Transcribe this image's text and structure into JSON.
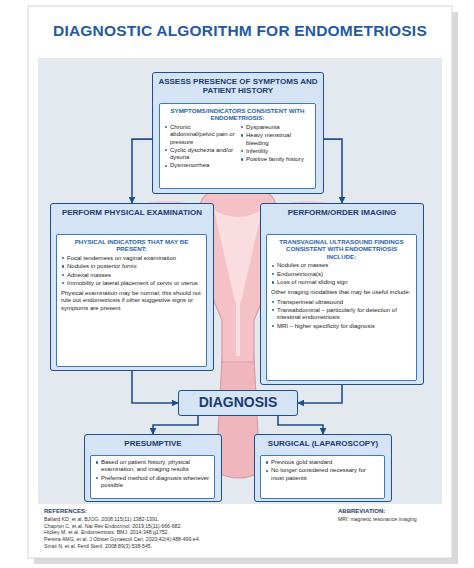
{
  "diagram": {
    "title": "DIAGNOSTIC ALGORITHM FOR ENDOMETRIOSIS",
    "nodes": [
      {
        "text": [
          "ASSESS PRESENCE OF SYMPTOMS AND PATIENT HISTORY"
        ]
      },
      {
        "text": [
          "SYMPTOMS/INDICATORS CONSISTENT WITH ENDOMETRIOSIS:",
          "Chronic abdominal/pelvic pain or pressure",
          "Cyclic dyschezia and/or dysuria",
          "Dysmenorrhea",
          "Dyspareunia",
          "Heavy menstrual bleeding",
          "Infertility",
          "Positive family history"
        ],
        "in": 0
      },
      {
        "text": [
          "PERFORM PHYSICAL EXAMINATION"
        ]
      },
      {
        "text": [
          "PHYSICAL INDICATORS THAT MAY BE PRESENT:",
          "Focal tenderness on vaginal examination",
          "Nodules in posterior fornix",
          "Adnexal masses",
          "Immobility or lateral placement of cervix or uterus",
          "Physical examination may be normal; this should not rule out endometriosis if other suggestive signs or symptoms are present"
        ],
        "in": 2
      },
      {
        "text": [
          "PERFORM/ORDER IMAGING"
        ]
      },
      {
        "text": [
          "TRANSVAGINAL ULTRASOUND FINDINGS CONSISTENT WITH ENDOMETRIOSIS INCLUDE:",
          "Nodules or masses",
          "Endometrioma(s)",
          "Loss of normal sliding sign",
          "Other imaging modalities that may be useful include:",
          "Transperineal ultrasound",
          "Transabdominal – particularly for detection of intestinal endometriosis",
          "MRI – higher specificity for diagnosis"
        ],
        "in": 4
      },
      {
        "text": [
          "DIAGNOSIS"
        ]
      },
      {
        "text": [
          "PRESUMPTIVE"
        ]
      },
      {
        "text": [
          "Based on patient history, physical examination, and imaging results",
          "Preferred method of diagnosis whenever possible"
        ],
        "in": 7
      },
      {
        "text": [
          "SURGICAL (LAPAROSCOPY)"
        ]
      },
      {
        "text": [
          "Previous gold standard",
          "No longer considered necessary for most patients"
        ],
        "in": 9
      }
    ],
    "edges": [
      {
        "from": 0,
        "to": 2,
        "arrow": "to"
      },
      {
        "from": 0,
        "to": 4,
        "arrow": "to"
      },
      {
        "from": 2,
        "to": 6,
        "arrow": "to"
      },
      {
        "from": 4,
        "to": 6,
        "arrow": "to"
      },
      {
        "from": 6,
        "to": 7,
        "arrow": "to"
      },
      {
        "from": 6,
        "to": 9,
        "arrow": "to"
      }
    ],
    "labels": [
      "REFERENCES:",
      "Ballard KD, et al. BJOG. 2008;115(11):1382-1391.",
      "Chapron C, et al. Nat Rev Endocrinol. 2019;15(11):666-682.",
      "Hickey M, et al. Endometriosis. BMJ. 2014;348:g1752.",
      "Pereira AMG, et al. J Obstet Gynaecol Can. 2020;42(4):488-499.e4.",
      "Sinaii N, et al. Fertil Steril. 2008;89(3):538-545.",
      "ABBREVIATION:",
      "MRI: magnetic resonance imaging"
    ]
  }
}
